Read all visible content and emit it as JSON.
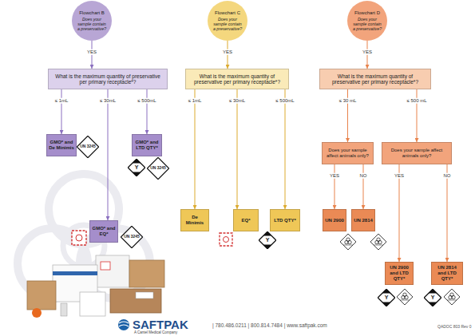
{
  "diagram": {
    "nodes": [
      {
        "text": [
          "Flowchart B",
          "Does your sample contain a preservative?"
        ]
      },
      {
        "text": [
          "What is the maximum quantity of preservative per primary receptacle*?"
        ]
      },
      {
        "text": [
          "GMO* and De Minimis"
        ]
      },
      {
        "text": [
          "UN 3245"
        ]
      },
      {
        "text": [
          "GMO* and LTD QTY*"
        ]
      },
      {
        "text": [
          "Y"
        ]
      },
      {
        "text": [
          "UN 3245"
        ]
      },
      {
        "text": [
          "GMO* and EQ*"
        ]
      },
      {
        "text": [
          "UN 3245"
        ]
      },
      {
        "text": [
          "Flowchart C",
          "Does your sample contain a preservative?"
        ]
      },
      {
        "text": [
          "What is the maximum quantity of preservative per primary receptacle*?"
        ]
      },
      {
        "text": [
          "De Minimis"
        ]
      },
      {
        "text": [
          "EQ*"
        ]
      },
      {
        "text": [
          "LTD QTY*"
        ]
      },
      {
        "text": [
          "Y"
        ]
      },
      {
        "text": [
          "Flowchart D",
          "Does your sample contain a preservative?"
        ]
      },
      {
        "text": [
          "What is the maximum quantity of preservative per primary receptacle*?"
        ]
      },
      {
        "text": [
          "Does your sample affect animals only?"
        ]
      },
      {
        "text": [
          "Does your sample affect animals only?"
        ]
      },
      {
        "text": [
          "UN 2900"
        ]
      },
      {
        "text": [
          "UN 2814"
        ]
      },
      {
        "text": [
          "UN 2900 and LTD QTY*"
        ]
      },
      {
        "text": [
          "Y"
        ]
      },
      {
        "text": [
          "UN 2814 and LTD QTY*"
        ]
      },
      {
        "text": [
          "Y"
        ]
      }
    ],
    "edges": [
      {
        "from": 0,
        "to": 1,
        "label": "YES",
        "arrow": "to"
      },
      {
        "from": 1,
        "to": 2,
        "label": "≤ 1mL",
        "arrow": "to"
      },
      {
        "from": 1,
        "to": 7,
        "label": "≤ 30mL",
        "arrow": "to"
      },
      {
        "from": 1,
        "to": 4,
        "label": "≤ 500mL",
        "arrow": "to"
      },
      {
        "from": 9,
        "to": 10,
        "label": "YES",
        "arrow": "to"
      },
      {
        "from": 10,
        "to": 11,
        "label": "≤ 1mL",
        "arrow": "to"
      },
      {
        "from": 10,
        "to": 12,
        "label": "≤ 30mL",
        "arrow": "to"
      },
      {
        "from": 10,
        "to": 13,
        "label": "≤ 500mL",
        "arrow": "to"
      },
      {
        "from": 15,
        "to": 16,
        "label": "YES",
        "arrow": "to"
      },
      {
        "from": 16,
        "to": 17,
        "label": "≤ 30 mL",
        "arrow": "to"
      },
      {
        "from": 16,
        "to": 18,
        "label": "≤ 500 mL",
        "arrow": "to"
      },
      {
        "from": 17,
        "to": 19,
        "label": "YES",
        "arrow": "to"
      },
      {
        "from": 17,
        "to": 20,
        "label": "NO",
        "arrow": "to"
      },
      {
        "from": 18,
        "to": 21,
        "label": "YES",
        "arrow": "to"
      },
      {
        "from": 18,
        "to": 23,
        "label": "NO",
        "arrow": "to"
      }
    ],
    "labels": [
      "SAFTPAK",
      "A Cantel Medical Company",
      "| 780.486.0211 | 800.814.7484 | www.saftpak.com",
      "QADOC 803 Rev 0"
    ]
  }
}
